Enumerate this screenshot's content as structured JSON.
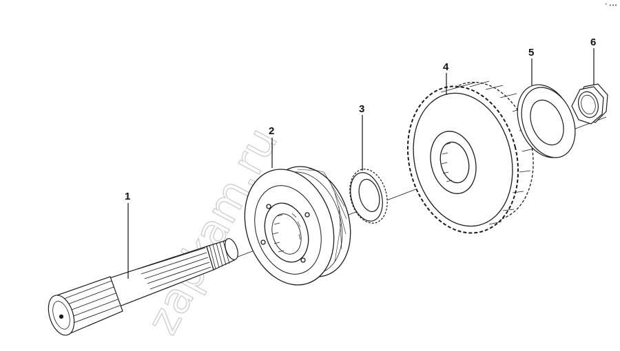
{
  "diagram": {
    "parts": [
      {
        "id": "1",
        "label": "1",
        "name": "splined-shaft"
      },
      {
        "id": "2",
        "label": "2",
        "name": "synchronizer-hub"
      },
      {
        "id": "3",
        "label": "3",
        "name": "splined-ring"
      },
      {
        "id": "4",
        "label": "4",
        "name": "gear"
      },
      {
        "id": "5",
        "label": "5",
        "name": "washer"
      },
      {
        "id": "6",
        "label": "6",
        "name": "hex-nut"
      }
    ],
    "watermark": "zapkam.ru",
    "corner_mark": "° •••"
  },
  "colors": {
    "line": "#1a1a1a",
    "background": "#ffffff",
    "watermark": "#cfcfcf"
  }
}
